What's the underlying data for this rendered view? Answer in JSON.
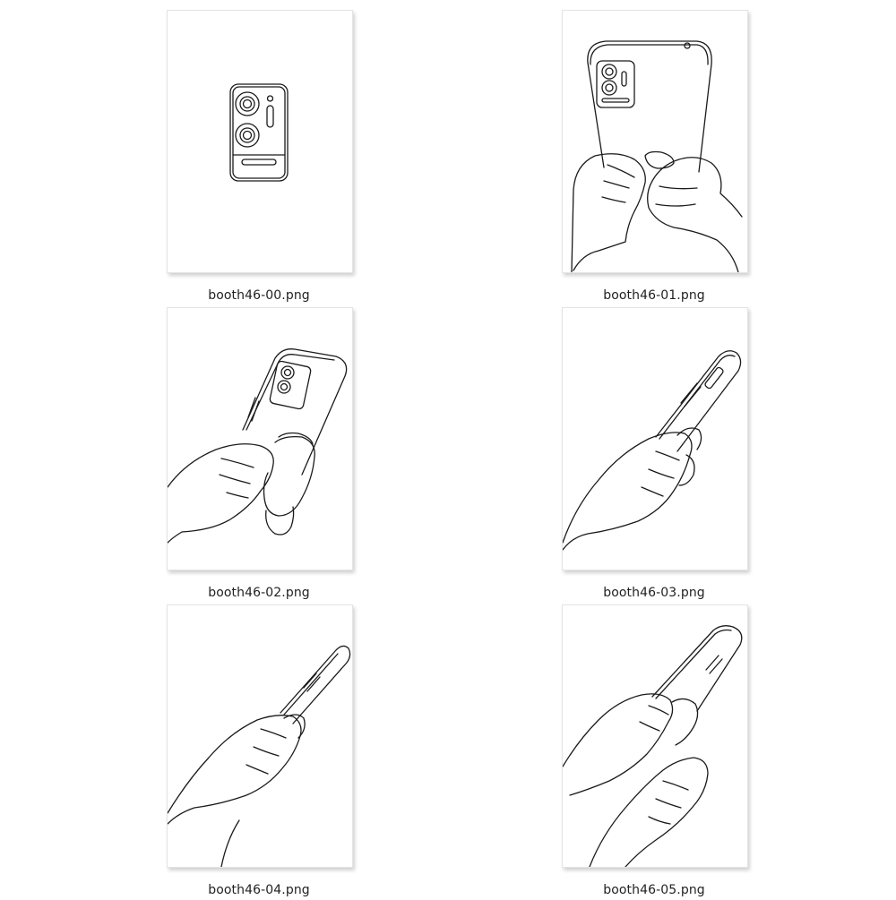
{
  "files": [
    {
      "name": "booth46-00.png",
      "icon": "phone-back-line-art-thumbnail"
    },
    {
      "name": "booth46-01.png",
      "icon": "hands-holding-phone-thumbnail"
    },
    {
      "name": "booth46-02.png",
      "icon": "hands-holding-phone-thumbnail"
    },
    {
      "name": "booth46-03.png",
      "icon": "hand-holding-phone-thumbnail"
    },
    {
      "name": "booth46-04.png",
      "icon": "hand-holding-phone-thumbnail"
    },
    {
      "name": "booth46-05.png",
      "icon": "hands-holding-phone-thumbnail"
    }
  ]
}
